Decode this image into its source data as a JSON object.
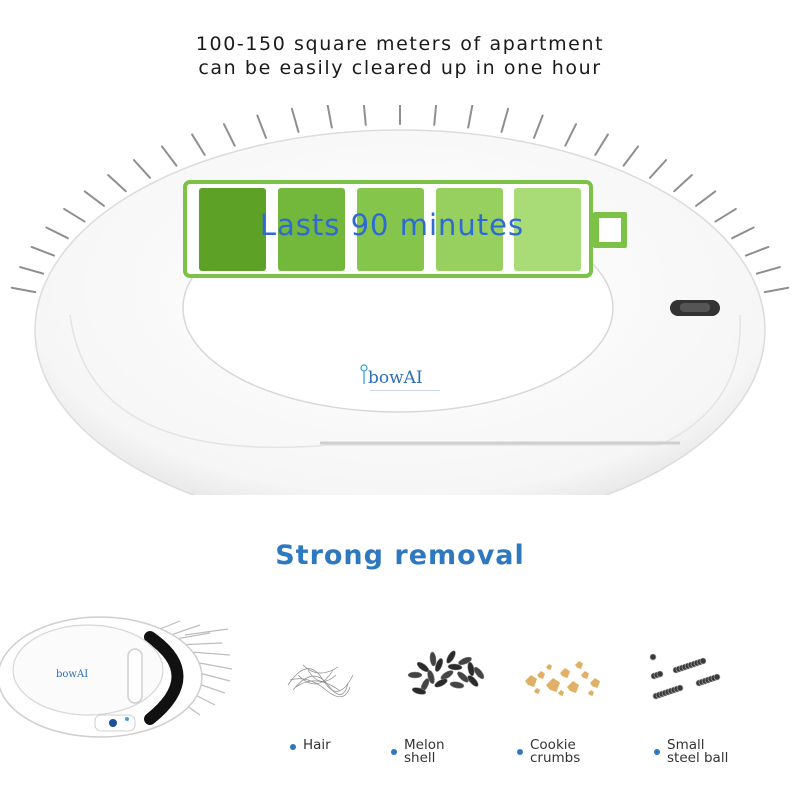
{
  "headline": {
    "line1": "100-150 square meters of apartment",
    "line2": "can be easily cleared up in one hour"
  },
  "battery": {
    "label": "Lasts 90 minutes",
    "cell_colors": [
      "#5da226",
      "#73b73b",
      "#86c54b",
      "#97d05e",
      "#a9dc76"
    ],
    "frame_color": "#7cc247"
  },
  "brand": {
    "logo_text": "bowAI"
  },
  "section": {
    "title": "Strong removal"
  },
  "debris": [
    {
      "label_line1": "Hair",
      "label_line2": ""
    },
    {
      "label_line1": "Melon",
      "label_line2": "shell"
    },
    {
      "label_line1": "Cookie",
      "label_line2": "crumbs"
    },
    {
      "label_line1": "Small",
      "label_line2": "steel ball"
    }
  ]
}
